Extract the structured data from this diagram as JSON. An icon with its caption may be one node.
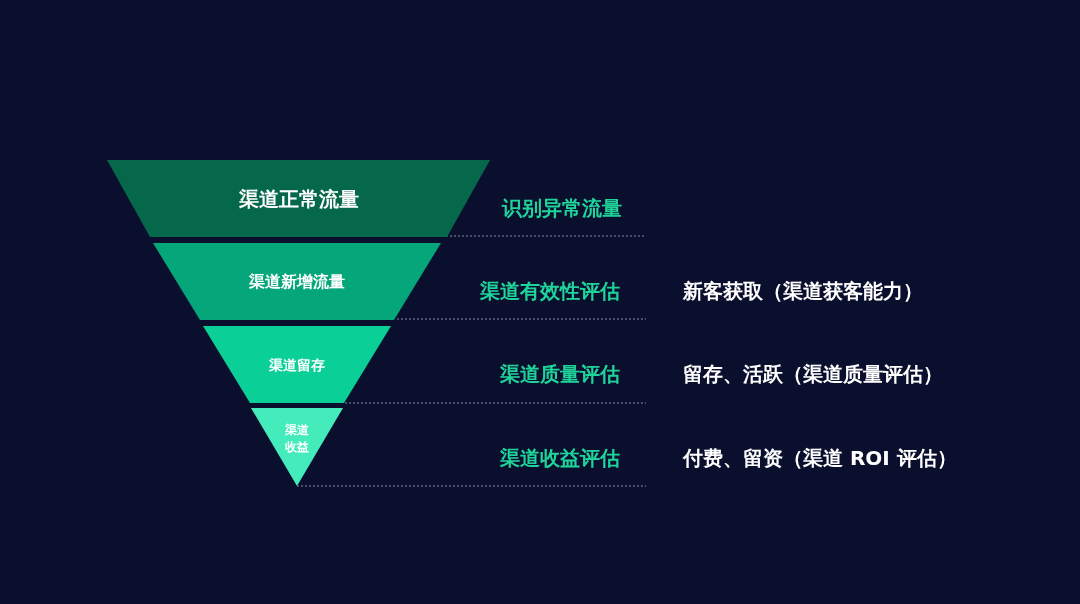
{
  "diagram": {
    "nodes": [
      {
        "text": [
          "渠道正常流量"
        ]
      },
      {
        "text": [
          "渠道新增流量"
        ]
      },
      {
        "text": [
          "渠道留存"
        ]
      },
      {
        "text": [
          "渠道收益"
        ]
      }
    ],
    "labels": [
      "识别异常流量",
      "渠道有效性评估",
      "新客获取（渠道获客能力）",
      "渠道质量评估",
      "留存、活跃（渠道质量评估）",
      "渠道收益评估",
      "付费、留资（渠道 ROI 评估）"
    ]
  }
}
